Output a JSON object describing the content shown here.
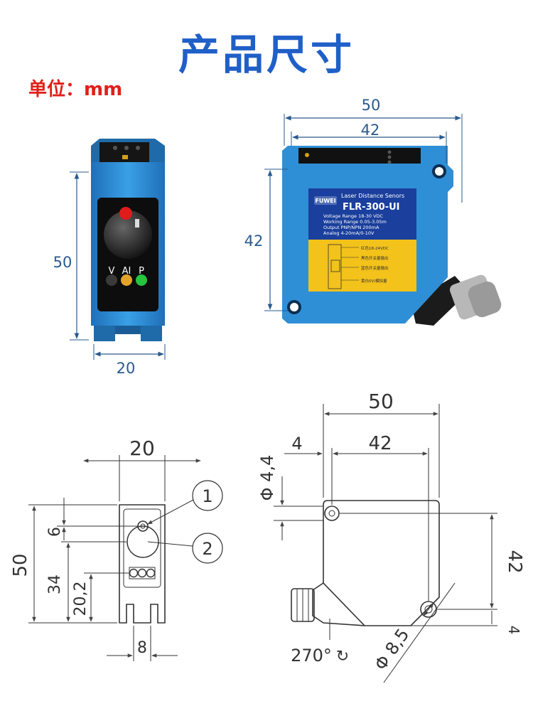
{
  "header": {
    "title": "产品尺寸",
    "unit_label": "单位：mm"
  },
  "colors": {
    "title": "#1f5fc8",
    "unit": "#e0201a",
    "sensor_body": "#2f8fd6",
    "label_yellow": "#f3c21b",
    "label_blue": "#1a3f9c",
    "dim_line": "#2a5a8e"
  },
  "photo_front": {
    "height_dim": "50",
    "width_dim": "20",
    "led_labels": [
      "V",
      "AI",
      "P"
    ]
  },
  "photo_side": {
    "width_outer_dim": "50",
    "width_inner_dim": "42",
    "height_dim": "42",
    "label": {
      "brand": "FUWEI",
      "subtitle": "Laser Distance Senors",
      "model": "FLR-300-UI",
      "specs": [
        "Voltage Range    18-30 VDC",
        "Working Range   0.05-3.05m",
        "Output      PNP/NPN 200mA",
        "Analog    4-20mA/0-10V"
      ],
      "wiring": [
        "红色18-24VDC",
        "黑色开关量输出",
        "蓝色开关量输出",
        "黄白0V/模拟量"
      ]
    }
  },
  "drawing_front": {
    "width": "20",
    "height": "50",
    "dim_6": "6",
    "dim_34": "34",
    "dim_20_2": "20,2",
    "dim_8": "8",
    "callout_1": "1",
    "callout_2": "2"
  },
  "drawing_side": {
    "width_outer": "50",
    "offset": "4",
    "width_inner": "42",
    "hole_dia": "Φ 4,4",
    "height": "42",
    "offset_bottom": "4",
    "rotation": "270°",
    "mount_dia": "Φ 8,5"
  }
}
